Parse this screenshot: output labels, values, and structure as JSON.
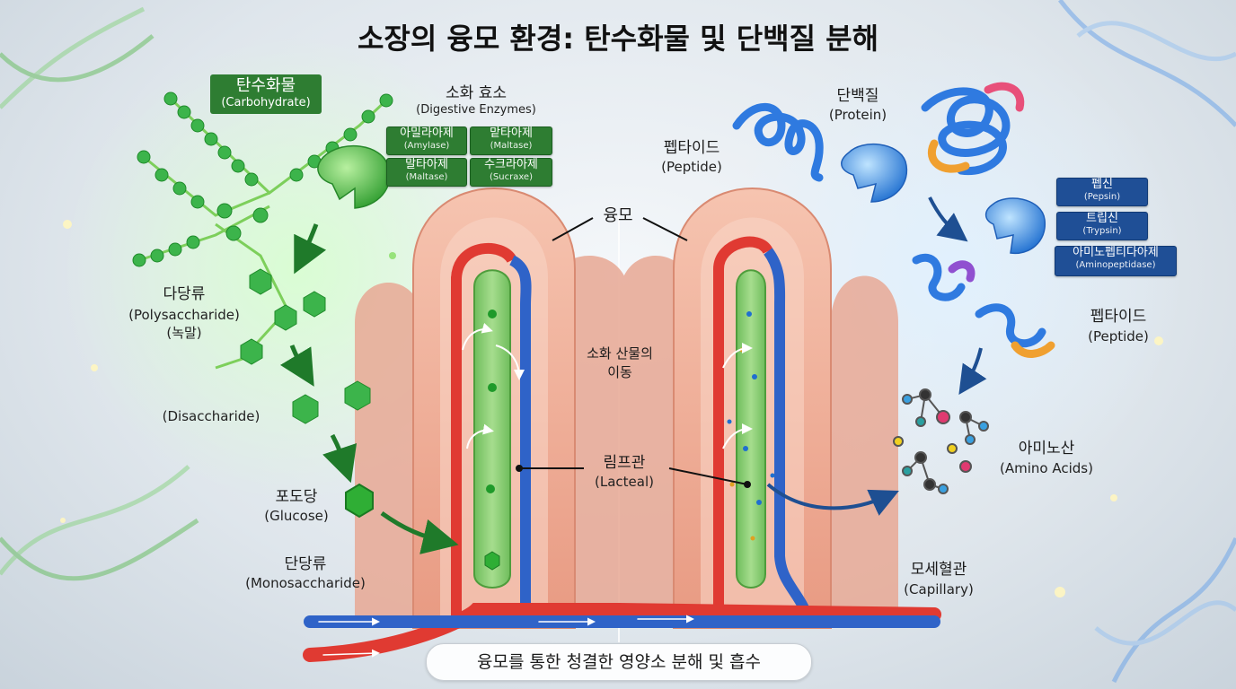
{
  "title": "소장의 융모 환경: 탄수화물 및 단백질 분해",
  "carbohydrate": {
    "ko": "탄수화물",
    "en": "(Carbohydrate)"
  },
  "enzymes": {
    "ko": "소화 효소",
    "en": "(Digestive Enzymes)",
    "carb_items": [
      {
        "ko": "아밀라아제",
        "en": "(Amylase)"
      },
      {
        "ko": "맡타아제",
        "en": "(Maltase)"
      },
      {
        "ko": "말타아제",
        "en": "(Maltase)"
      },
      {
        "ko": "수크라아제",
        "en": "(Sucraxe)"
      }
    ],
    "protein_items": [
      {
        "ko": "펩신",
        "en": "(Pepsin)"
      },
      {
        "ko": "트립신",
        "en": "(Trypsin)"
      },
      {
        "ko": "아미노펩티다아제",
        "en": "(Aminopeptidase)"
      }
    ]
  },
  "labels": {
    "polysaccharide_ko": "다당류",
    "polysaccharide_en": "(Polysaccharide)",
    "polysaccharide_note": "(녹말)",
    "disaccharide_en": "(Disaccharide)",
    "glucose_ko": "포도당",
    "glucose_en": "(Glucose)",
    "monosaccharide_ko": "단당류",
    "monosaccharide_en": "(Monosaccharide)",
    "villus_ko": "융모",
    "transport_line1": "소화 산물의",
    "transport_line2": "이동",
    "lacteal_ko": "림프관",
    "lacteal_en": "(Lacteal)",
    "protein_ko": "단백질",
    "protein_en": "(Protein)",
    "peptide_ko": "펩타이드",
    "peptide_en": "(Peptide)",
    "peptide2_ko": "펩타이드",
    "peptide2_en": "(Peptide)",
    "amino_ko": "아미노산",
    "amino_en": "(Amino Acids)",
    "capillary_ko": "모세혈관",
    "capillary_en": "(Capillary)"
  },
  "banner": "융모를 통한 청결한 영양소 분해 및 흡수",
  "colors": {
    "carb_green": "#2e7d32",
    "enzyme_blue": "#1f4f96",
    "artery_red": "#e03a32",
    "vein_blue": "#2f63c8",
    "lacteal_green": "#7cc66a",
    "tissue_pink": "#f2b39e"
  },
  "icons": [
    "dna-helix-icon",
    "enzyme-blob-icon",
    "glucose-hexagon-icon",
    "amino-acid-molecule-icon",
    "flow-arrow-icon"
  ]
}
